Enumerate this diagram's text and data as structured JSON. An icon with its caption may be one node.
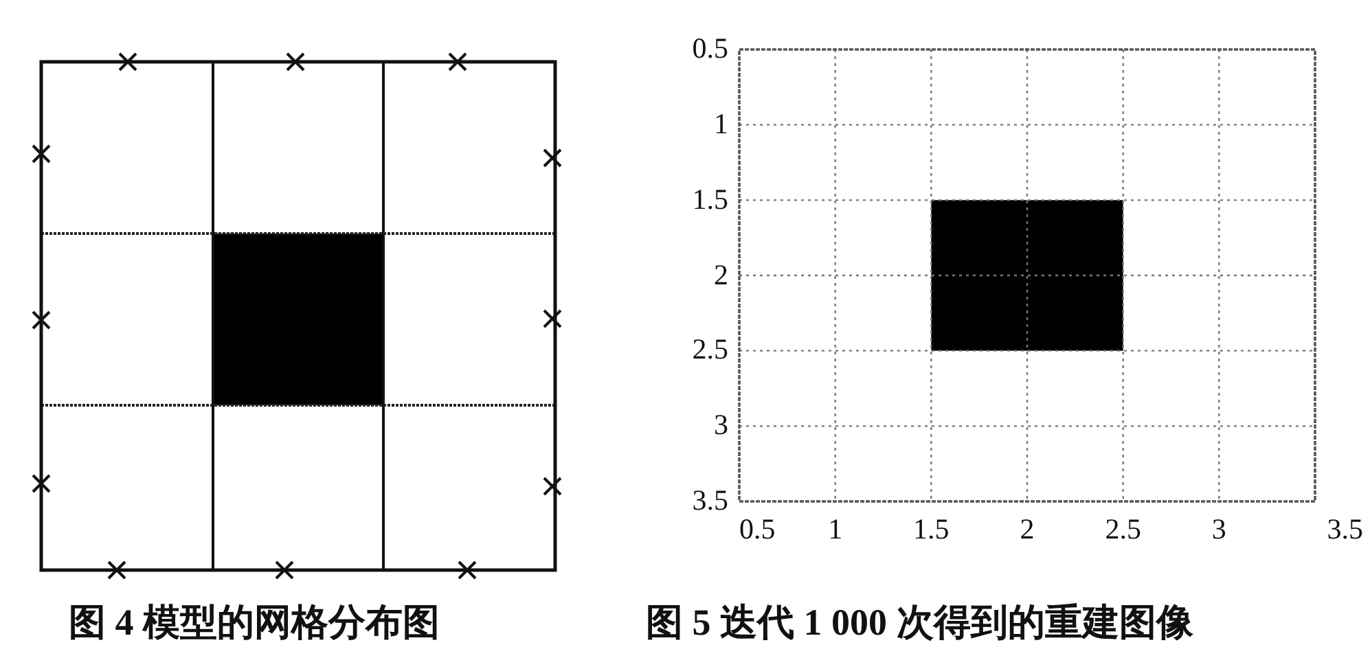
{
  "diagram": {
    "labels": [
      "0.5",
      "1",
      "1.5",
      "2",
      "2.5",
      "3",
      "3.5",
      "0.5",
      "1",
      "1.5",
      "2",
      "2.5",
      "3",
      "3.5",
      "图 4 模型的网格分布图",
      "图 5 迭代 1 000 次得到的重建图像"
    ]
  }
}
